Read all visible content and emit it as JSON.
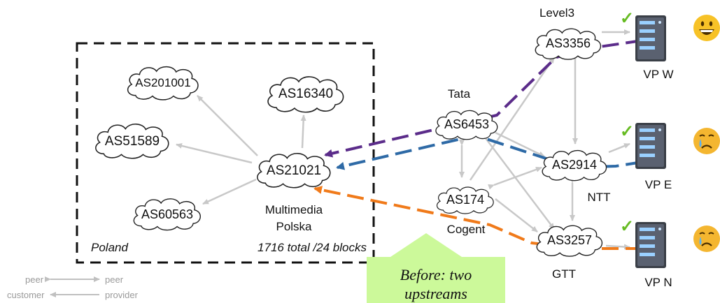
{
  "region": {
    "name": "Poland",
    "blocks": "1716 total /24 blocks"
  },
  "nodes": {
    "as201001": "AS201001",
    "as16340": "AS16340",
    "as51589": "AS51589",
    "as21021": "AS21021",
    "as60563": "AS60563",
    "as6453": "AS6453",
    "as174": "AS174",
    "as3356": "AS3356",
    "as2914": "AS2914",
    "as3257": "AS3257"
  },
  "operators": {
    "multimedia_line1": "Multimedia",
    "multimedia_line2": "Polska",
    "tata": "Tata",
    "cogent": "Cogent",
    "level3": "Level3",
    "ntt": "NTT",
    "gtt": "GTT"
  },
  "vantage_points": {
    "w": "VP W",
    "e": "VP E",
    "n": "VP N"
  },
  "status": {
    "check_glyph": "✓",
    "check_color": "#66bb22",
    "happy_color": "#f7c227",
    "sad_color": "#f4b630"
  },
  "paths": {
    "level3_color": "#5b2c8a",
    "ntt_color": "#2e6aa6",
    "gtt_color": "#f07a1a"
  },
  "legend": {
    "peer_left": "peer",
    "peer_right": "peer",
    "customer": "customer",
    "provider": "provider"
  },
  "note": {
    "line1": "Before: two",
    "line2": "upstreams"
  }
}
